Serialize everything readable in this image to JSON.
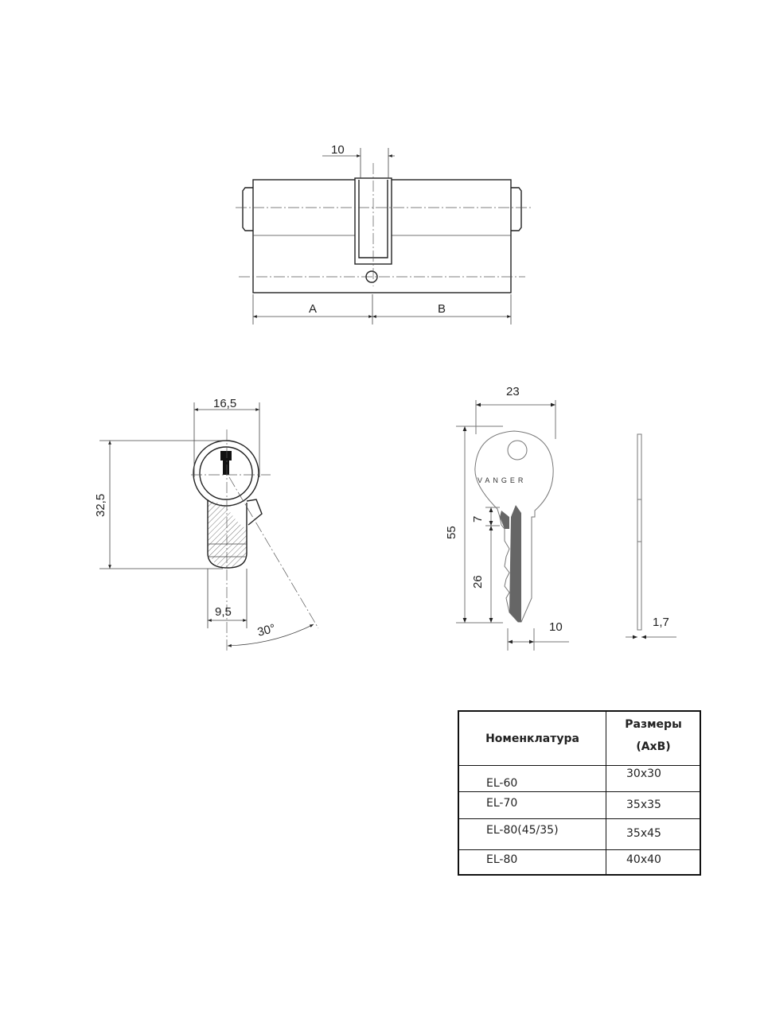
{
  "top_view": {
    "dim_slot": "10",
    "dim_a": "A",
    "dim_b": "B"
  },
  "profile_view": {
    "dim_width": "16,5",
    "dim_height": "32,5",
    "dim_bottom": "9,5",
    "dim_angle": "30°"
  },
  "key_view": {
    "dim_width": "23",
    "dim_length": "55",
    "dim_shoulder": "7",
    "dim_blade": "26",
    "dim_blade_width": "10",
    "dim_thickness": "1,7",
    "brand": "VANGER"
  },
  "table": {
    "headers": [
      "Номенклатура",
      "Размеры",
      "(AxB)"
    ],
    "rows": [
      {
        "name": "EL-60",
        "size": "30x30"
      },
      {
        "name": "EL-70",
        "size": "35x35"
      },
      {
        "name": "EL-80(45/35)",
        "size": "35x45"
      },
      {
        "name": "EL-80",
        "size": "40x40"
      }
    ]
  }
}
